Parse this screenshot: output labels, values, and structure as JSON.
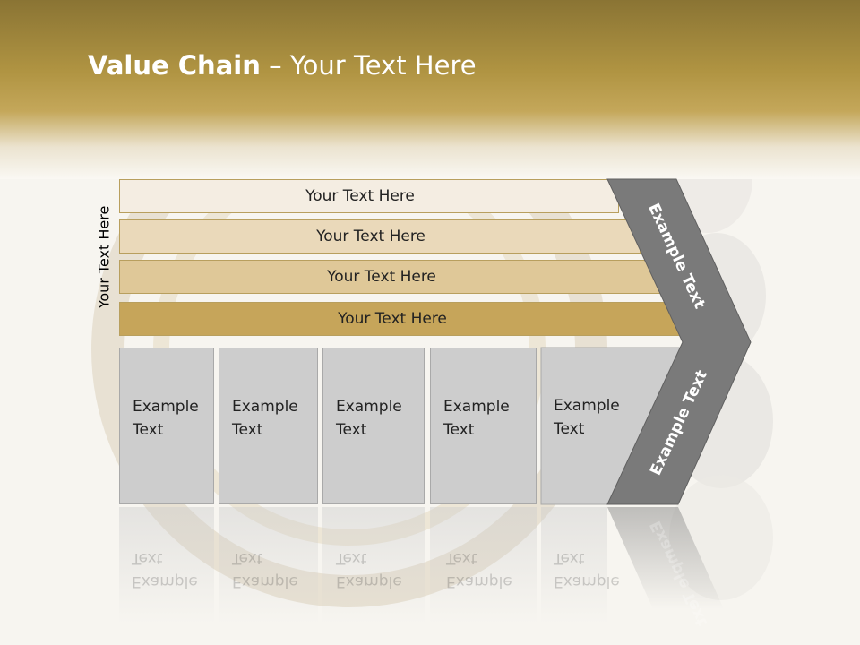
{
  "slide": {
    "title_bold": "Value Chain",
    "title_rest": " – Your Text Here"
  },
  "side_label": "Your Text Here",
  "bands": [
    {
      "label": "Your Text Here",
      "color": "#f4ede2"
    },
    {
      "label": "Your Text Here",
      "color": "#ead9ba"
    },
    {
      "label": "Your Text Here",
      "color": "#dfc898"
    },
    {
      "label": "Your Text Here",
      "color": "#c6a55a"
    }
  ],
  "boxes": [
    {
      "line1": "Example",
      "line2": "Text"
    },
    {
      "line1": "Example",
      "line2": "Text"
    },
    {
      "line1": "Example",
      "line2": "Text"
    },
    {
      "line1": "Example",
      "line2": "Text"
    },
    {
      "line1": "Example",
      "line2": "Text"
    }
  ],
  "chevron": {
    "upper_text": "Example Text",
    "lower_text": "Example Text",
    "color": "#7a7a7a"
  }
}
